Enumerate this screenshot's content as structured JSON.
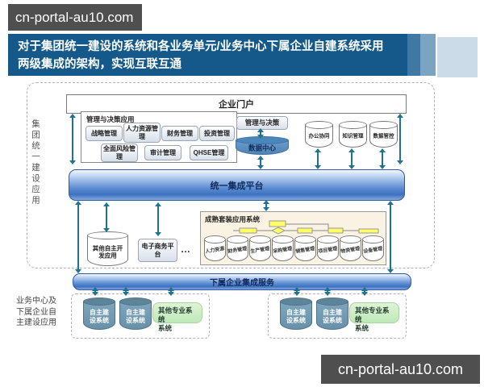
{
  "watermarks": {
    "top": "cn-portal-au10.com",
    "bottom": "cn-portal-au10.com"
  },
  "header": {
    "line1": "对于集团统一建设的系统和各业务单元/业务中心下属企业自建系统采用",
    "line2": "两级集成的架构，实现互联互通",
    "bg_color": "#15598a",
    "segment_colors": [
      "#3f78a2",
      "#7ba4c2",
      "#ccdbe8"
    ]
  },
  "upper": {
    "side_label": "集团统一建设应用",
    "portal_label": "企业门户",
    "mgmt": {
      "title": "管理与决策应用",
      "apps": [
        "战略管理",
        "人力资源管理",
        "财务管理",
        "投资管理",
        "全面风险管理",
        "审计管理",
        "QHSE管理"
      ]
    },
    "decision_label": "管理与决策",
    "data_center_label": "数据中心",
    "db_cylinders": [
      "办公协同",
      "知识管理",
      "数据管控"
    ],
    "integration_bar_label": "统一集成平台",
    "self_dev_cylinder": "其他自主开发应用",
    "ecommerce_label": "电子商务平台",
    "ellipsis": "…",
    "packaged": {
      "title": "成熟套装应用系统",
      "modules": [
        "人力资源",
        "财务管理",
        "生产管理",
        "采购管理",
        "销售管理",
        "项目管理",
        "物资管理",
        "设备管理"
      ]
    }
  },
  "lower": {
    "side_label_line1": "业务中心及",
    "side_label_line2": "下属企业自",
    "side_label_line3": "主建设应用",
    "service_bar_label": "下属企业集成服务",
    "left_group": {
      "cyl1": "自主建设系统",
      "cyl2": "自主建设系统",
      "other_line1": "其他专业系统",
      "other_line2": "系统"
    },
    "right_group": {
      "cyl1": "自主建设系统",
      "cyl2": "自主建设系统",
      "other_line1": "其他专业系统",
      "other_line2": "系统"
    }
  },
  "colors": {
    "arrow": "#1e7293",
    "pipe_text": "#0f2a5c",
    "green_box": "#cdeec4",
    "steel_cylinder": "#7fa6bd"
  }
}
